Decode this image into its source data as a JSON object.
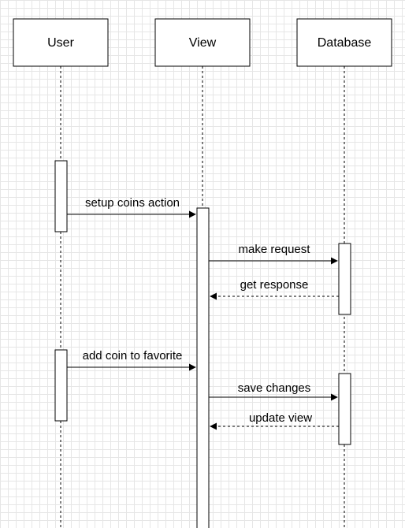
{
  "participants": [
    {
      "id": "user",
      "label": "User"
    },
    {
      "id": "view",
      "label": "View"
    },
    {
      "id": "database",
      "label": "Database"
    }
  ],
  "messages": [
    {
      "from": "user",
      "to": "view",
      "label": "setup coins action",
      "kind": "sync"
    },
    {
      "from": "view",
      "to": "database",
      "label": "make request",
      "kind": "sync"
    },
    {
      "from": "database",
      "to": "view",
      "label": "get response",
      "kind": "return"
    },
    {
      "from": "user",
      "to": "view",
      "label": "add coin to favorite",
      "kind": "sync"
    },
    {
      "from": "view",
      "to": "database",
      "label": "save changes",
      "kind": "sync"
    },
    {
      "from": "database",
      "to": "view",
      "label": "update view",
      "kind": "return"
    }
  ],
  "colors": {
    "stroke": "#000000",
    "box_fill": "#ffffff",
    "grid": "#e6e6e6"
  }
}
